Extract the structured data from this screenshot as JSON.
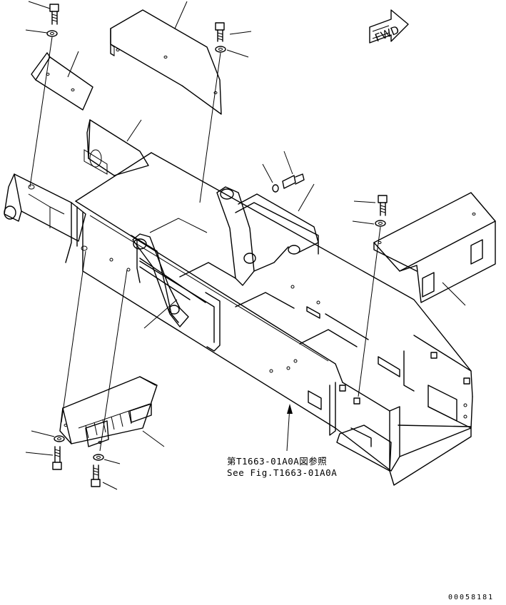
{
  "fwd_marker": "FWD",
  "reference": {
    "japanese": "第T1663-01A0A図参照",
    "english": "See Fig.T1663-01A0A"
  },
  "drawing_number": "00058181"
}
